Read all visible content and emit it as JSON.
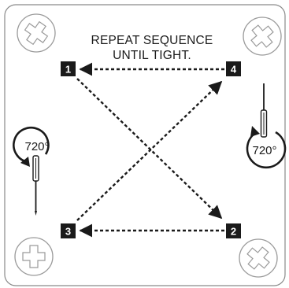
{
  "instruction": {
    "line1": "REPEAT SEQUENCE",
    "line2": "UNTIL TIGHT."
  },
  "rotation_left": "720°",
  "rotation_right": "720°",
  "badges": {
    "b1": "1",
    "b2": "2",
    "b3": "3",
    "b4": "4"
  },
  "colors": {
    "ink": "#1a1a1a",
    "plate_edge": "#888888",
    "screw_edge": "#9a9a9a"
  },
  "icons": [
    "phillips-screw-icon",
    "screwdriver-icon",
    "rotation-arrow-icon"
  ]
}
